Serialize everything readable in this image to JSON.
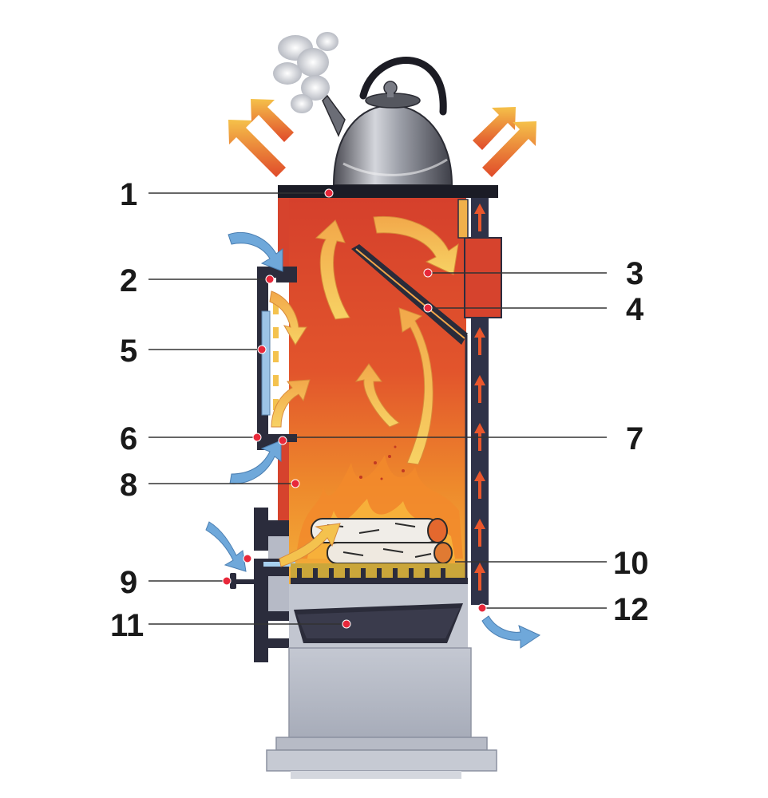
{
  "colors": {
    "firebox_red": "#d8442e",
    "flame_orange": "#f08a2c",
    "flue_arrow": "#f4c24e",
    "air_arrow": "#6aa6d8",
    "steel": "#2c2d40",
    "ash_pit": "#b8bcc8",
    "marker": "#e8283a"
  },
  "callouts": [
    {
      "id": "1",
      "label": "1"
    },
    {
      "id": "2",
      "label": "2"
    },
    {
      "id": "3",
      "label": "3"
    },
    {
      "id": "4",
      "label": "4"
    },
    {
      "id": "5",
      "label": "5"
    },
    {
      "id": "6",
      "label": "6"
    },
    {
      "id": "7",
      "label": "7"
    },
    {
      "id": "8",
      "label": "8"
    },
    {
      "id": "9",
      "label": "9"
    },
    {
      "id": "10",
      "label": "10"
    },
    {
      "id": "11",
      "label": "11"
    },
    {
      "id": "12",
      "label": "12"
    }
  ],
  "icons": [
    "kettle-icon",
    "steam-icon",
    "heat-arrow-icon",
    "air-arrow-icon",
    "flame-icon",
    "log-icon"
  ]
}
